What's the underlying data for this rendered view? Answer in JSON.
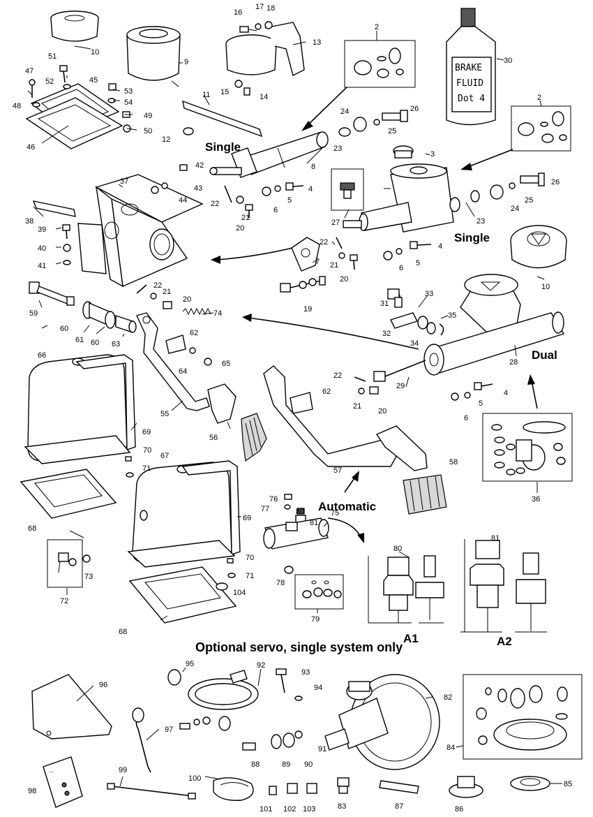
{
  "headings": {
    "single_top": "Single",
    "single_right": "Single",
    "dual": "Dual",
    "automatic": "Automatic",
    "servo_section": "Optional servo, single system only",
    "switch_a1": "A1",
    "switch_a2": "A2"
  },
  "bottle_label": {
    "line1": "BRAKE",
    "line2": "FLUID",
    "line3": "Dot 4"
  },
  "part_numbers": [
    "2",
    "2",
    "3",
    "4",
    "4",
    "4",
    "5",
    "5",
    "5",
    "6",
    "6",
    "6",
    "7",
    "8",
    "9",
    "10",
    "10",
    "11",
    "12",
    "13",
    "14",
    "15",
    "16",
    "17",
    "18",
    "19",
    "20",
    "20",
    "20",
    "20",
    "21",
    "21",
    "21",
    "21",
    "22",
    "22",
    "22",
    "22",
    "23",
    "23",
    "24",
    "24",
    "25",
    "25",
    "26",
    "26",
    "27",
    "28",
    "29",
    "30",
    "31",
    "32",
    "33",
    "34",
    "35",
    "36",
    "37",
    "38",
    "39",
    "40",
    "41",
    "42",
    "43",
    "44",
    "45",
    "46",
    "47",
    "48",
    "49",
    "50",
    "51",
    "52",
    "53",
    "54",
    "55",
    "56",
    "57",
    "58",
    "59",
    "60",
    "60",
    "61",
    "62",
    "62",
    "63",
    "64",
    "65",
    "66",
    "67",
    "68",
    "68",
    "69",
    "69",
    "70",
    "70",
    "71",
    "71",
    "72",
    "73",
    "74",
    "75",
    "76",
    "77",
    "78",
    "79",
    "80",
    "80",
    "81",
    "81",
    "82",
    "83",
    "84",
    "85",
    "86",
    "87",
    "88",
    "89",
    "90",
    "91",
    "92",
    "93",
    "94",
    "95",
    "96",
    "97",
    "98",
    "99",
    "100",
    "101",
    "102",
    "103",
    "104"
  ]
}
